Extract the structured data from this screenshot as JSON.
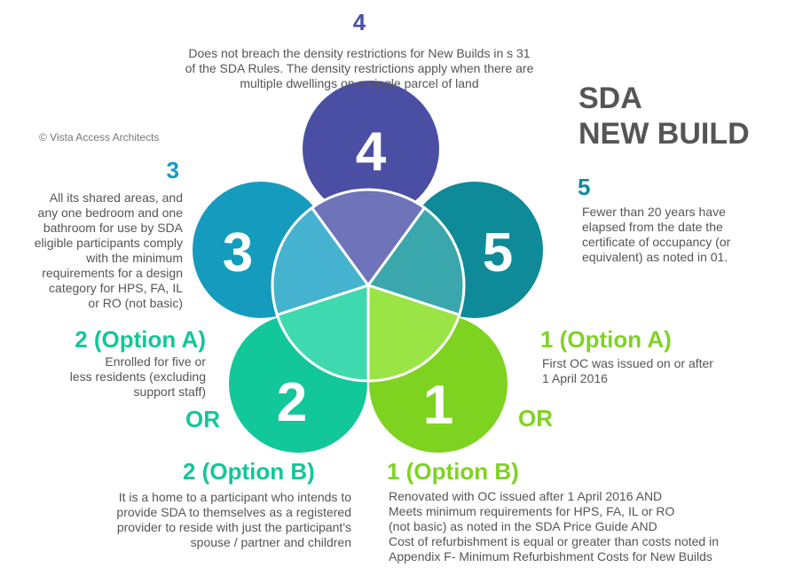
{
  "title": "SDA\nNEW BUILD",
  "copyright": "© Vista Access Architects",
  "colors": {
    "petal4": "#4a4fa3",
    "petal5": "#0e8a98",
    "petal3": "#159bbd",
    "petal2": "#12c79a",
    "petal1": "#7ed321",
    "center4": "#6f73ba",
    "center5": "#3aa7ad",
    "center3": "#45b3cf",
    "center2": "#3fd9b0",
    "center1": "#9ae445"
  },
  "petals": [
    {
      "id": "4",
      "label": "4"
    },
    {
      "id": "5",
      "label": "5"
    },
    {
      "id": "3",
      "label": "3"
    },
    {
      "id": "2",
      "label": "2"
    },
    {
      "id": "1",
      "label": "1"
    }
  ],
  "sections": {
    "s4": {
      "heading": "4",
      "text": "Does not breach the density restrictions for New Builds in s 31\nof the SDA Rules. The density restrictions apply when there are\nmultiple dwellings on a single parcel of land"
    },
    "s5": {
      "heading": "5",
      "text": "Fewer than 20 years have\nelapsed from the date the\ncertificate of occupancy (or\nequivalent) as noted in 01."
    },
    "s3": {
      "heading": "3",
      "text": "All its shared areas, and\nany one bedroom and one\nbathroom for use by SDA\neligible participants comply\nwith the minimum\nrequirements for a design\ncategory for HPS, FA, IL\nor RO (not basic)"
    },
    "s2a": {
      "heading": "2 (Option A)",
      "text": "Enrolled for five or\nless residents (excluding\nsupport staff)"
    },
    "s2b": {
      "heading": "2 (Option B)",
      "text": "It is a home to a participant who intends to\nprovide SDA to themselves as a registered\nprovider to reside with just the participant's\nspouse  / partner and children"
    },
    "s1a": {
      "heading": "1 (Option A)",
      "text": "First OC was issued on or after\n1 April 2016"
    },
    "s1b": {
      "heading": "1 (Option B)",
      "text": "Renovated with OC issued after 1 April 2016 AND\nMeets minimum requirements for HPS, FA, IL or RO\n(not basic) as noted in the SDA Price Guide AND\nCost of refurbishment is equal or greater than costs noted in\nAppendix F- Minimum Refurbishment Costs for New Builds"
    }
  },
  "or_left": "OR",
  "or_right": "OR"
}
